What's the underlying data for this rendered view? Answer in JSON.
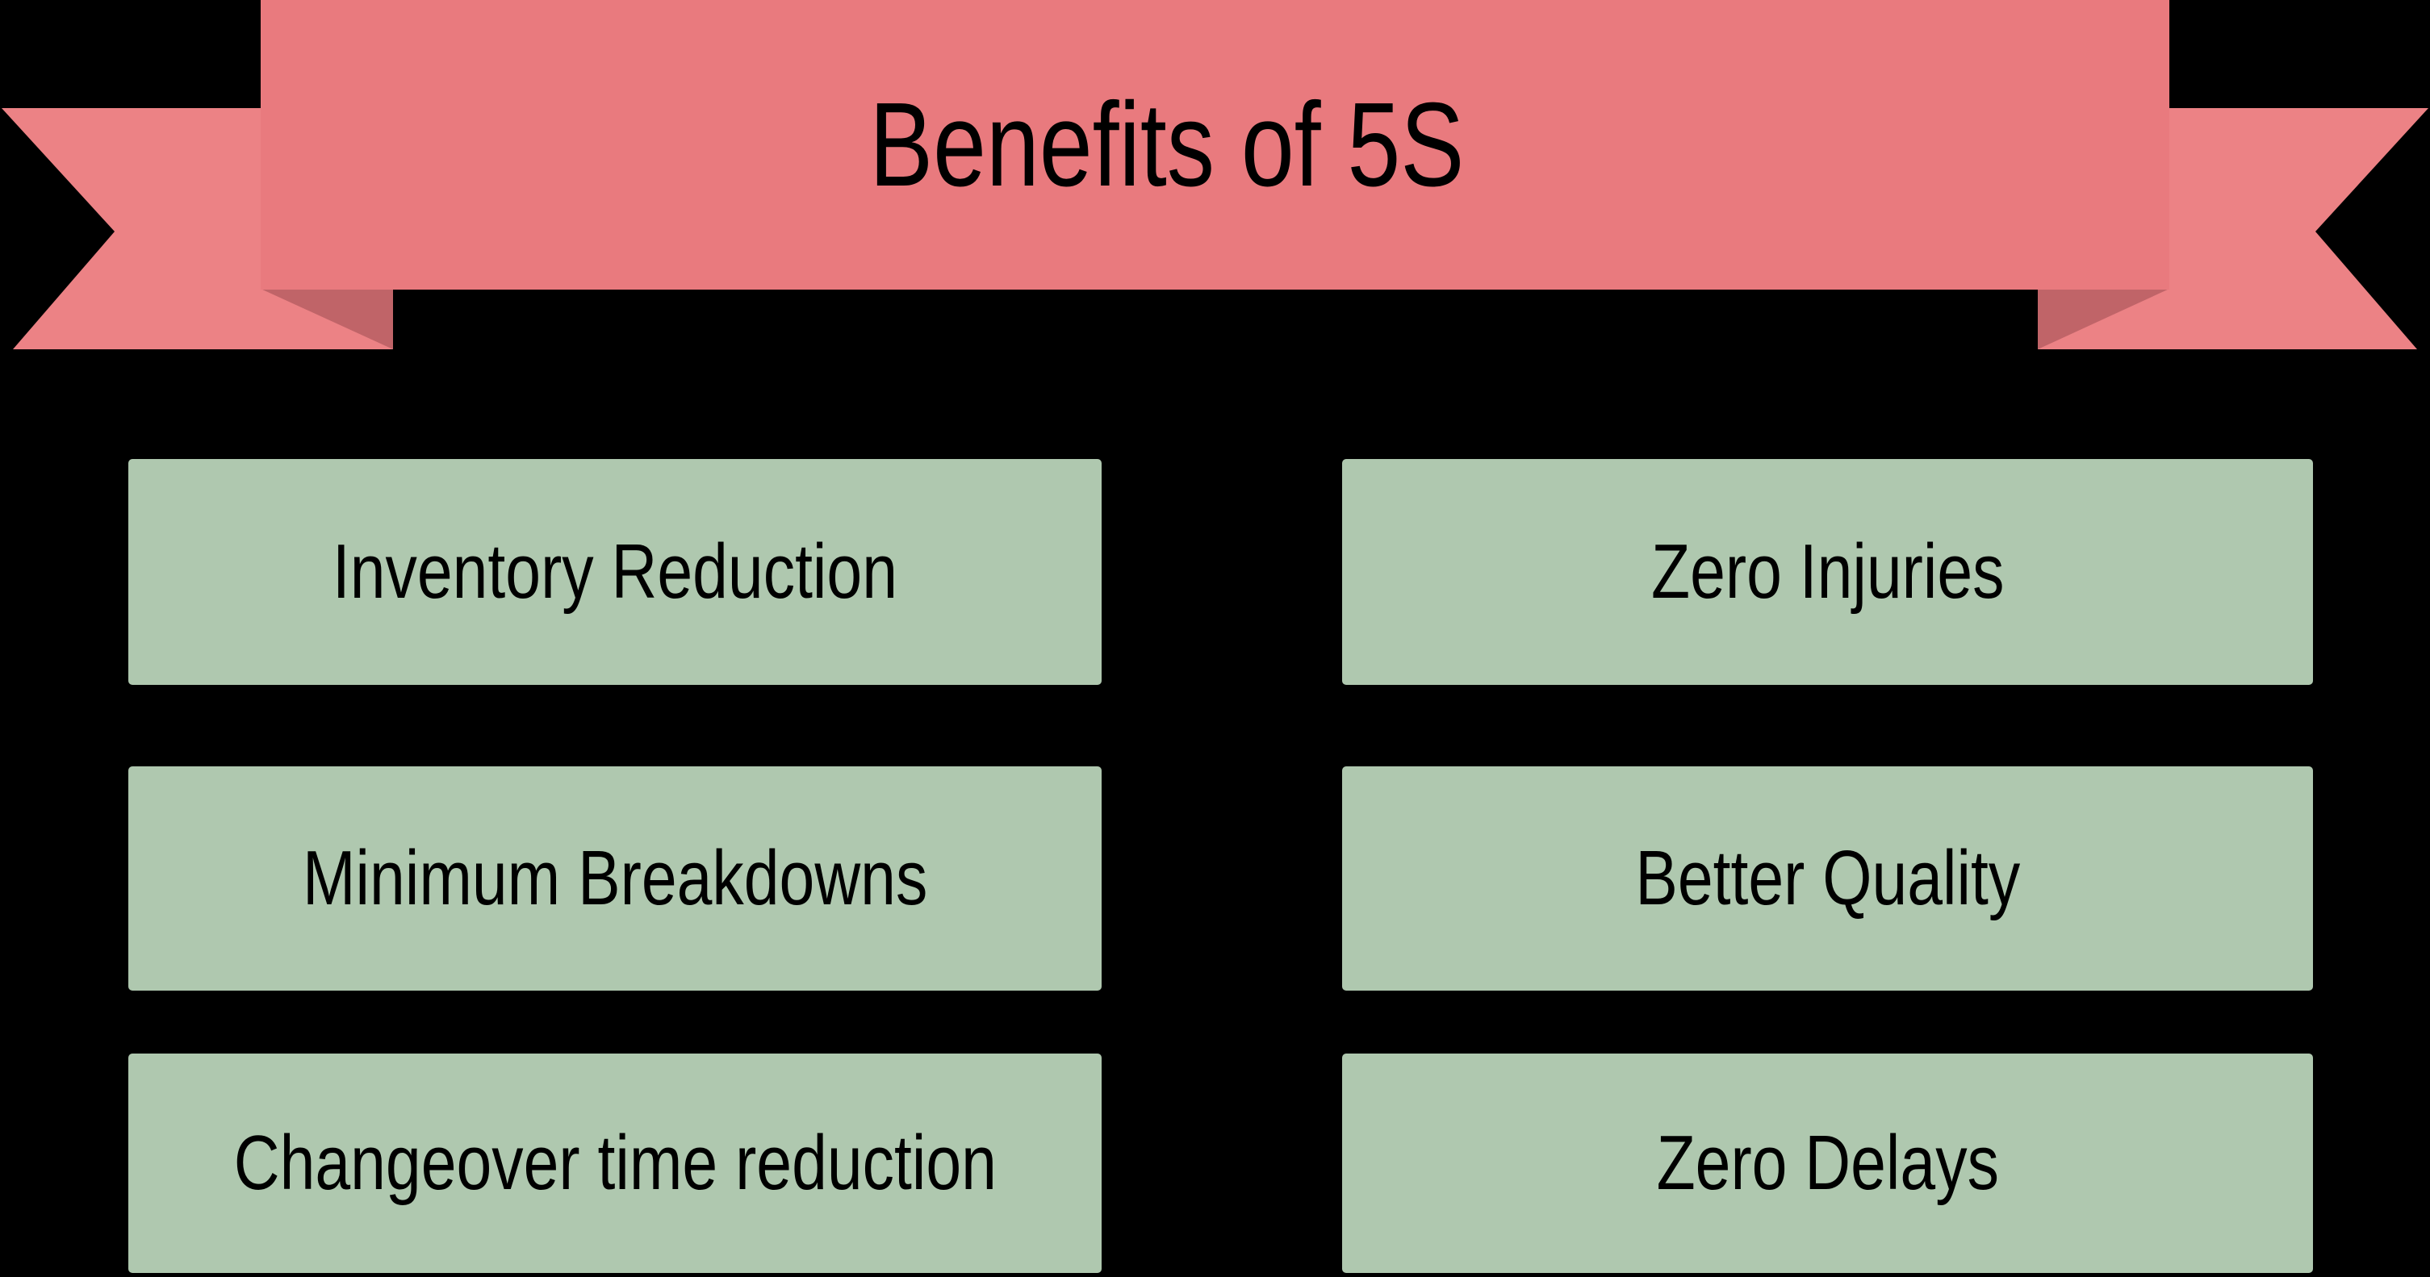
{
  "banner": {
    "title": "Benefits of 5S"
  },
  "colors": {
    "background": "#000000",
    "ribbon_band": "#e97a7e",
    "ribbon_tail": "#ec8285",
    "ribbon_fold": "#c06468",
    "benefit_box": "#afc8af",
    "text": "#000000"
  },
  "benefits": {
    "left_column": [
      "Inventory Reduction",
      "Minimum Breakdowns",
      "Changeover time reduction"
    ],
    "right_column": [
      "Zero Injuries",
      "Better Quality",
      "Zero Delays"
    ]
  }
}
